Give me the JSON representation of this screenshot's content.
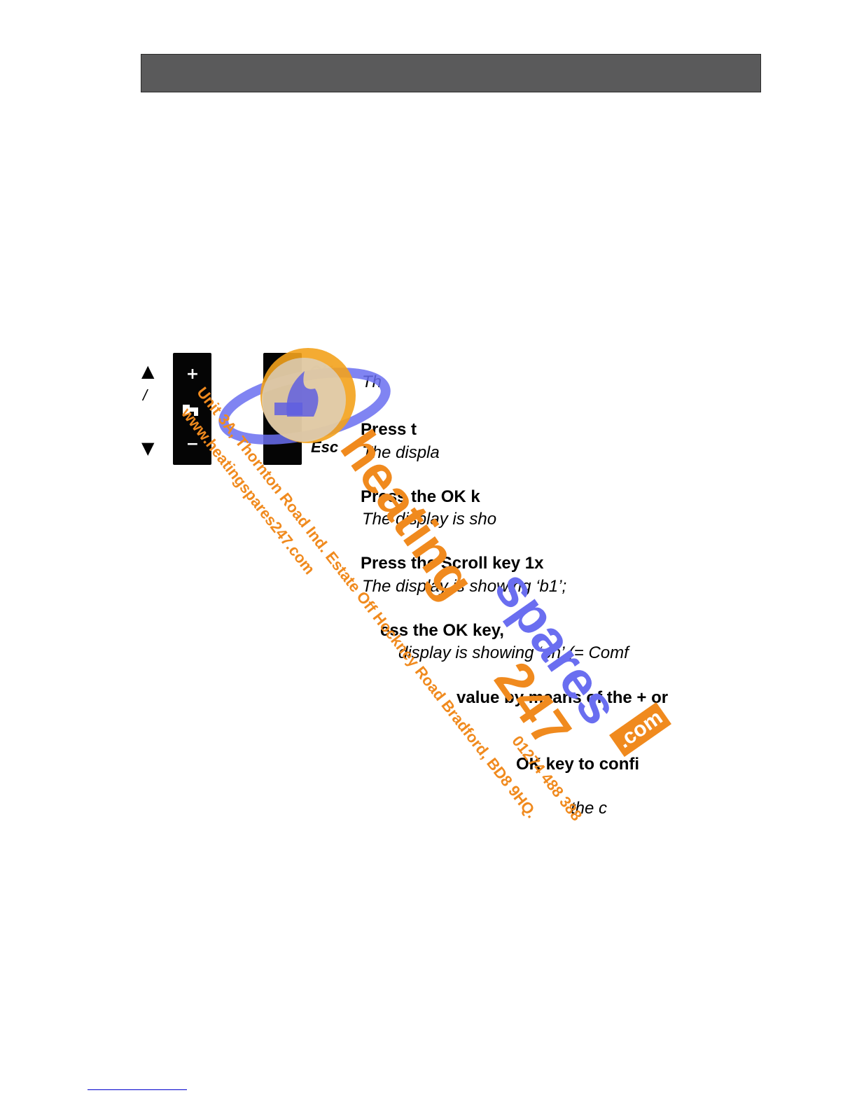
{
  "header": {
    "title": ""
  },
  "keypad": {
    "up_arrow": "▲",
    "down_arrow": "▼",
    "dash": "/",
    "plus_glyph": "+",
    "minus_glyph": "−",
    "ok_label": "OK",
    "esc_label": "Esc"
  },
  "steps": [
    {
      "text": "Th",
      "style": "italic"
    },
    {
      "text": "Press t",
      "style": "bold"
    },
    {
      "text": "The displa",
      "style": "italic"
    },
    {
      "text": "Press the OK k",
      "style": "bold"
    },
    {
      "text": "The display is sho",
      "style": "italic"
    },
    {
      "text": "Press the Scroll key 1x",
      "style": "bold"
    },
    {
      "text": "The display is showing ‘b1’;",
      "style": "italic"
    },
    {
      "text": "ess the OK key,",
      "style": "bold"
    },
    {
      "text": "display is showing ‘on’ (= Comf",
      "style": "italic"
    },
    {
      "text": "value by means of the + or",
      "style": "bold"
    },
    {
      "text": "OK key to confi",
      "style": "bold"
    },
    {
      "text": "the  c",
      "style": "italic"
    }
  ],
  "watermark": {
    "brand_word1": "heating",
    "brand_word2": "spares",
    "brand_number": "247",
    "brand_tld": ".com",
    "address_line": "Unit 3A, Thornton Road Ind. Estate Off Hockney Road Bradford, BD8 9HQ.",
    "website_line": "www.heatingspares247.com",
    "phone_line": "01274 488 388",
    "colors": {
      "orange": "#f08a1e",
      "blue": "#6a6ef0",
      "grey": "#bdbdbd"
    }
  }
}
